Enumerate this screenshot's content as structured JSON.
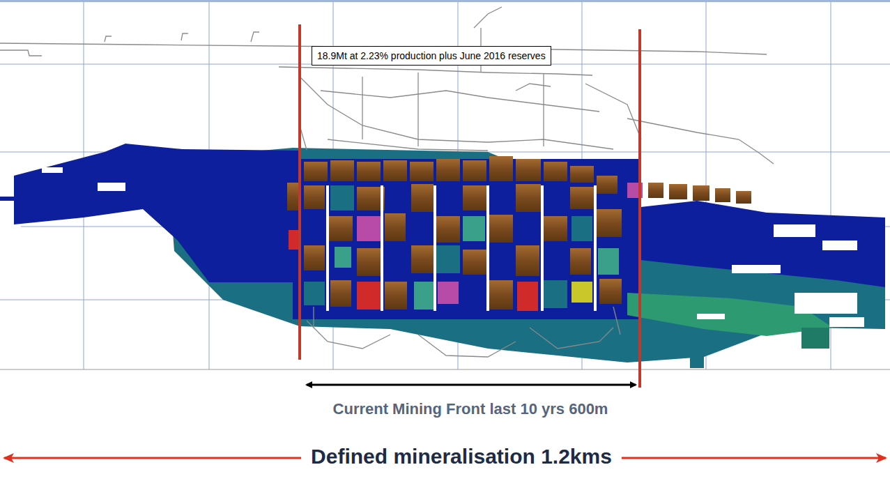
{
  "diagram": {
    "nodes": [
      {
        "text": [
          "18.9Mt at 2.23% production plus June 2016 reserves"
        ]
      }
    ],
    "labels": [
      "Current Mining Front last 10 yrs 600m",
      "Defined mineralisation 1.2kms"
    ]
  }
}
